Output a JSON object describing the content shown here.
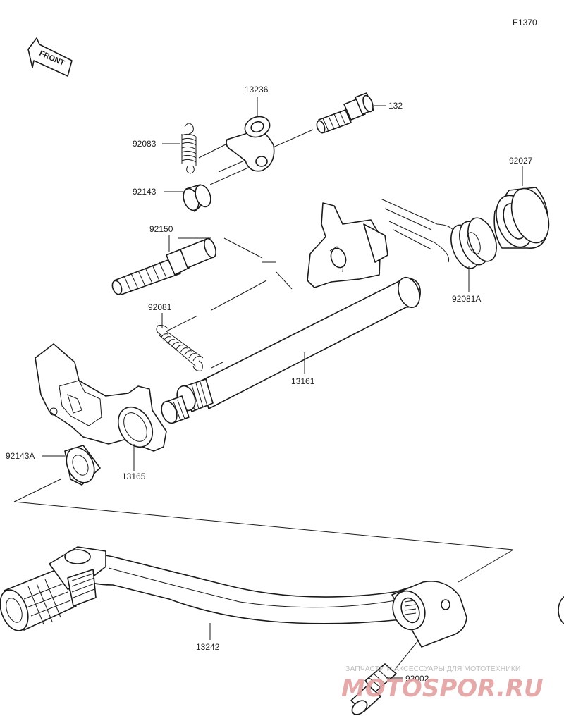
{
  "diagram_code": "E1370",
  "front_marker": "FRONT",
  "parts": {
    "p132": "132",
    "p13236": "13236",
    "p92083": "92083",
    "p92143": "92143",
    "p92027": "92027",
    "p92150": "92150",
    "p92081A": "92081A",
    "p92081": "92081",
    "p13161": "13161",
    "p92143A": "92143A",
    "p13165": "13165",
    "p13242": "13242",
    "p92002": "92002"
  },
  "watermark": {
    "tagline": "ЗАПЧАСТИ И АКСЕССУАРЫ ДЛЯ МОТОТЕХНИКИ",
    "logo": "MOTOSPOR.RU"
  },
  "colors": {
    "line": "#1a1a1a",
    "watermark_red": "#e3a0a0",
    "watermark_grey": "#b8b8b8"
  }
}
